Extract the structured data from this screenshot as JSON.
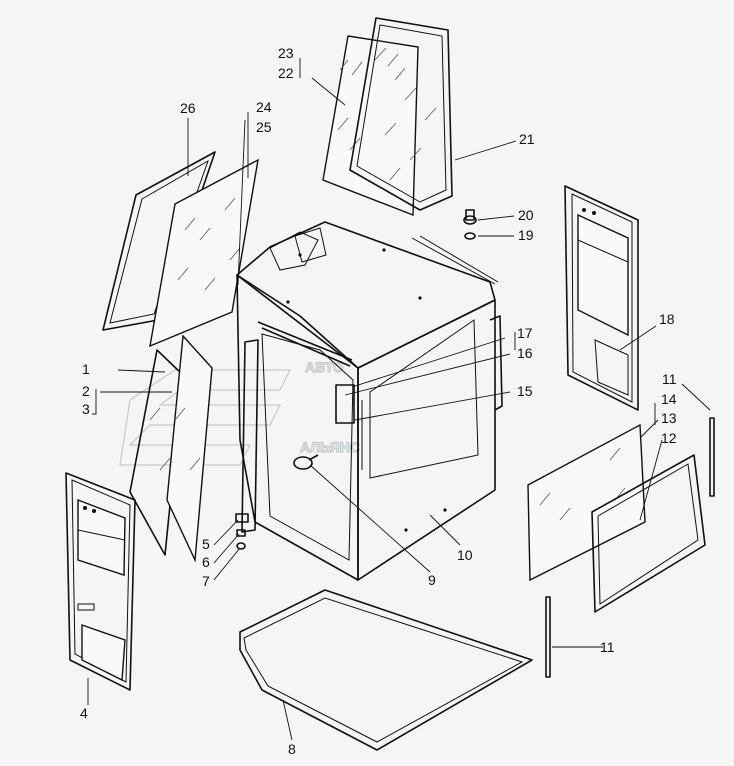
{
  "watermark": {
    "line1": "АВТО",
    "line2": "АЛЬЯНС"
  },
  "callouts": [
    {
      "id": "c1",
      "text": "1"
    },
    {
      "id": "c2",
      "text": "2"
    },
    {
      "id": "c3",
      "text": "3"
    },
    {
      "id": "c4",
      "text": "4"
    },
    {
      "id": "c5",
      "text": "5"
    },
    {
      "id": "c6",
      "text": "6"
    },
    {
      "id": "c7",
      "text": "7"
    },
    {
      "id": "c8",
      "text": "8"
    },
    {
      "id": "c9",
      "text": "9"
    },
    {
      "id": "c10",
      "text": "10"
    },
    {
      "id": "c11a",
      "text": "11"
    },
    {
      "id": "c11b",
      "text": "11"
    },
    {
      "id": "c12",
      "text": "12"
    },
    {
      "id": "c13",
      "text": "13"
    },
    {
      "id": "c14",
      "text": "14"
    },
    {
      "id": "c15",
      "text": "15"
    },
    {
      "id": "c16",
      "text": "16"
    },
    {
      "id": "c17",
      "text": "17"
    },
    {
      "id": "c18",
      "text": "18"
    },
    {
      "id": "c19",
      "text": "19"
    },
    {
      "id": "c20",
      "text": "20"
    },
    {
      "id": "c21",
      "text": "21"
    },
    {
      "id": "c22",
      "text": "22"
    },
    {
      "id": "c23",
      "text": "23"
    },
    {
      "id": "c24",
      "text": "24"
    },
    {
      "id": "c25",
      "text": "25"
    },
    {
      "id": "c26",
      "text": "26"
    }
  ]
}
